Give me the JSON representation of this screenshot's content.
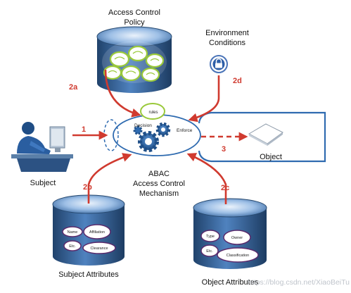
{
  "labels": {
    "policy_line1": "Access Control",
    "policy_line2": "Policy",
    "env_line1": "Environment",
    "env_line2": "Conditions",
    "subject": "Subject",
    "object": "Object",
    "abac_line1": "ABAC",
    "abac_line2": "Access Control",
    "abac_line3": "Mechanism",
    "subject_attributes": "Subject Attributes",
    "object_attributes": "Object Attributes",
    "rules": "rules",
    "decision": "Decision",
    "enforce": "Enforce"
  },
  "steps": {
    "s1": "1",
    "s2a": "2a",
    "s2b": "2b",
    "s2c": "2c",
    "s2d": "2d",
    "s3": "3"
  },
  "subject_attr_items": [
    "Name",
    "Affiliation",
    "Etc.",
    "Clearance"
  ],
  "object_attr_items": [
    "Type",
    "Owner",
    "Etc.",
    "Classification"
  ],
  "watermark": "https://blog.csdn.net/XiaoBeiTu",
  "colors": {
    "arrow": "#d03a2f",
    "cylinder": "#5b8ecf",
    "cylinder_dark": "#27496f",
    "gear": "#2f6bb0",
    "object_box": "#2f6bb0",
    "policy_ring": "#9ac93a"
  }
}
